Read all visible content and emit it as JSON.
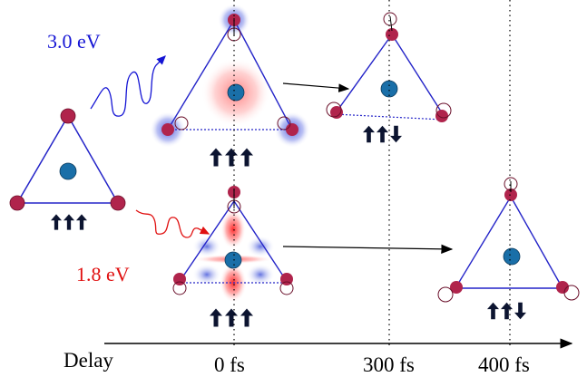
{
  "photon_high": {
    "energy_label": "3.0 eV",
    "color": "#1414d4"
  },
  "photon_low": {
    "energy_label": "1.8 eV",
    "color": "#e01010"
  },
  "timeline": {
    "axis_label": "Delay",
    "ticks": [
      {
        "label": "0 fs"
      },
      {
        "label": "300 fs"
      },
      {
        "label": "400 fs"
      }
    ]
  },
  "colors": {
    "bond": "#2424c8",
    "ligand_atom": "#b0244c",
    "center_atom": "#1a6fa8",
    "spin_arrow": "#0c1430",
    "density_blue": "#4a5ae0",
    "density_red": "#ff2222"
  },
  "states": {
    "ground": {
      "spins": [
        "up",
        "up",
        "up"
      ]
    },
    "excited_3eV_0fs": {
      "spins": [
        "up",
        "up",
        "up"
      ]
    },
    "excited_3eV_300fs": {
      "spins": [
        "up",
        "up",
        "down"
      ]
    },
    "excited_1_8eV_0fs": {
      "spins": [
        "up",
        "up",
        "up"
      ]
    },
    "excited_1_8eV_400fs": {
      "spins": [
        "up",
        "up",
        "down"
      ]
    }
  }
}
